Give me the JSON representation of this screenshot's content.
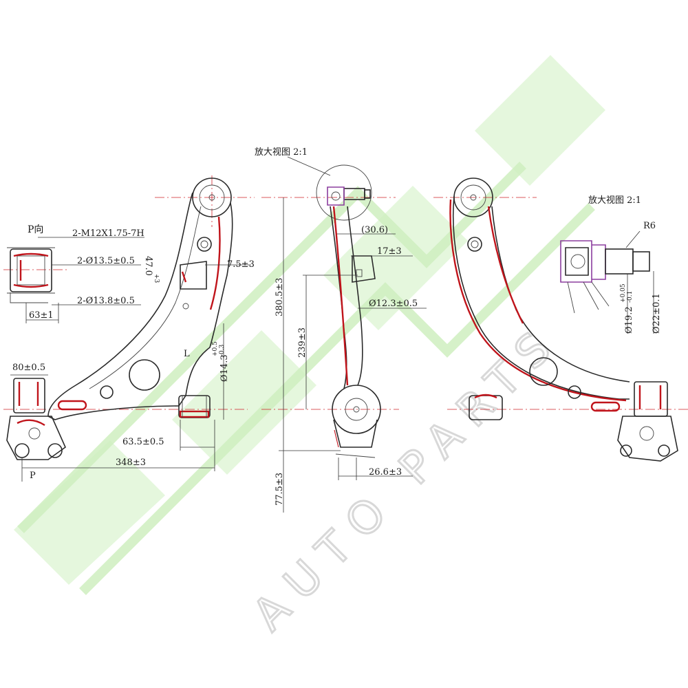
{
  "watermark": {
    "text": "AUTO PARTS"
  },
  "left_view": {
    "p_view_label": "P向",
    "thread": "2-M12X1.75-7H",
    "hole_a": "2-Ø13.5±0.5",
    "hole_b": "2-Ø13.8±0.5",
    "angle": "47.0",
    "angle_tol": "+3",
    "width_63": "63±1",
    "dim_80": "80±0.5",
    "dim_7_5": "7.5±3",
    "dim_14_3": "Ø14.3",
    "dim_14_3_tol_up": "+0.5",
    "dim_14_3_tol_dn": "-0.3",
    "dim_63_5": "63.5±0.5",
    "dim_348": "348±3",
    "p_mark": "P",
    "l_mark": "L"
  },
  "mid_view": {
    "zoom_label": "放大视图 2:1",
    "dim_30_6": "(30.6)",
    "dim_17": "17±3",
    "dim_12_3": "Ø12.3±0.5",
    "dim_380_5": "380.5±3",
    "dim_239": "239±3",
    "dim_77_5": "77.5±3",
    "dim_26_6": "26.6±3"
  },
  "right_view": {
    "zoom_label": "放大视图 2:1",
    "radius": "R6",
    "dim_19_2": "Ø19.2",
    "dim_19_2_tol_up": "+0.05",
    "dim_19_2_tol_dn": "-0.1",
    "dim_22": "Ø22±0.1"
  }
}
